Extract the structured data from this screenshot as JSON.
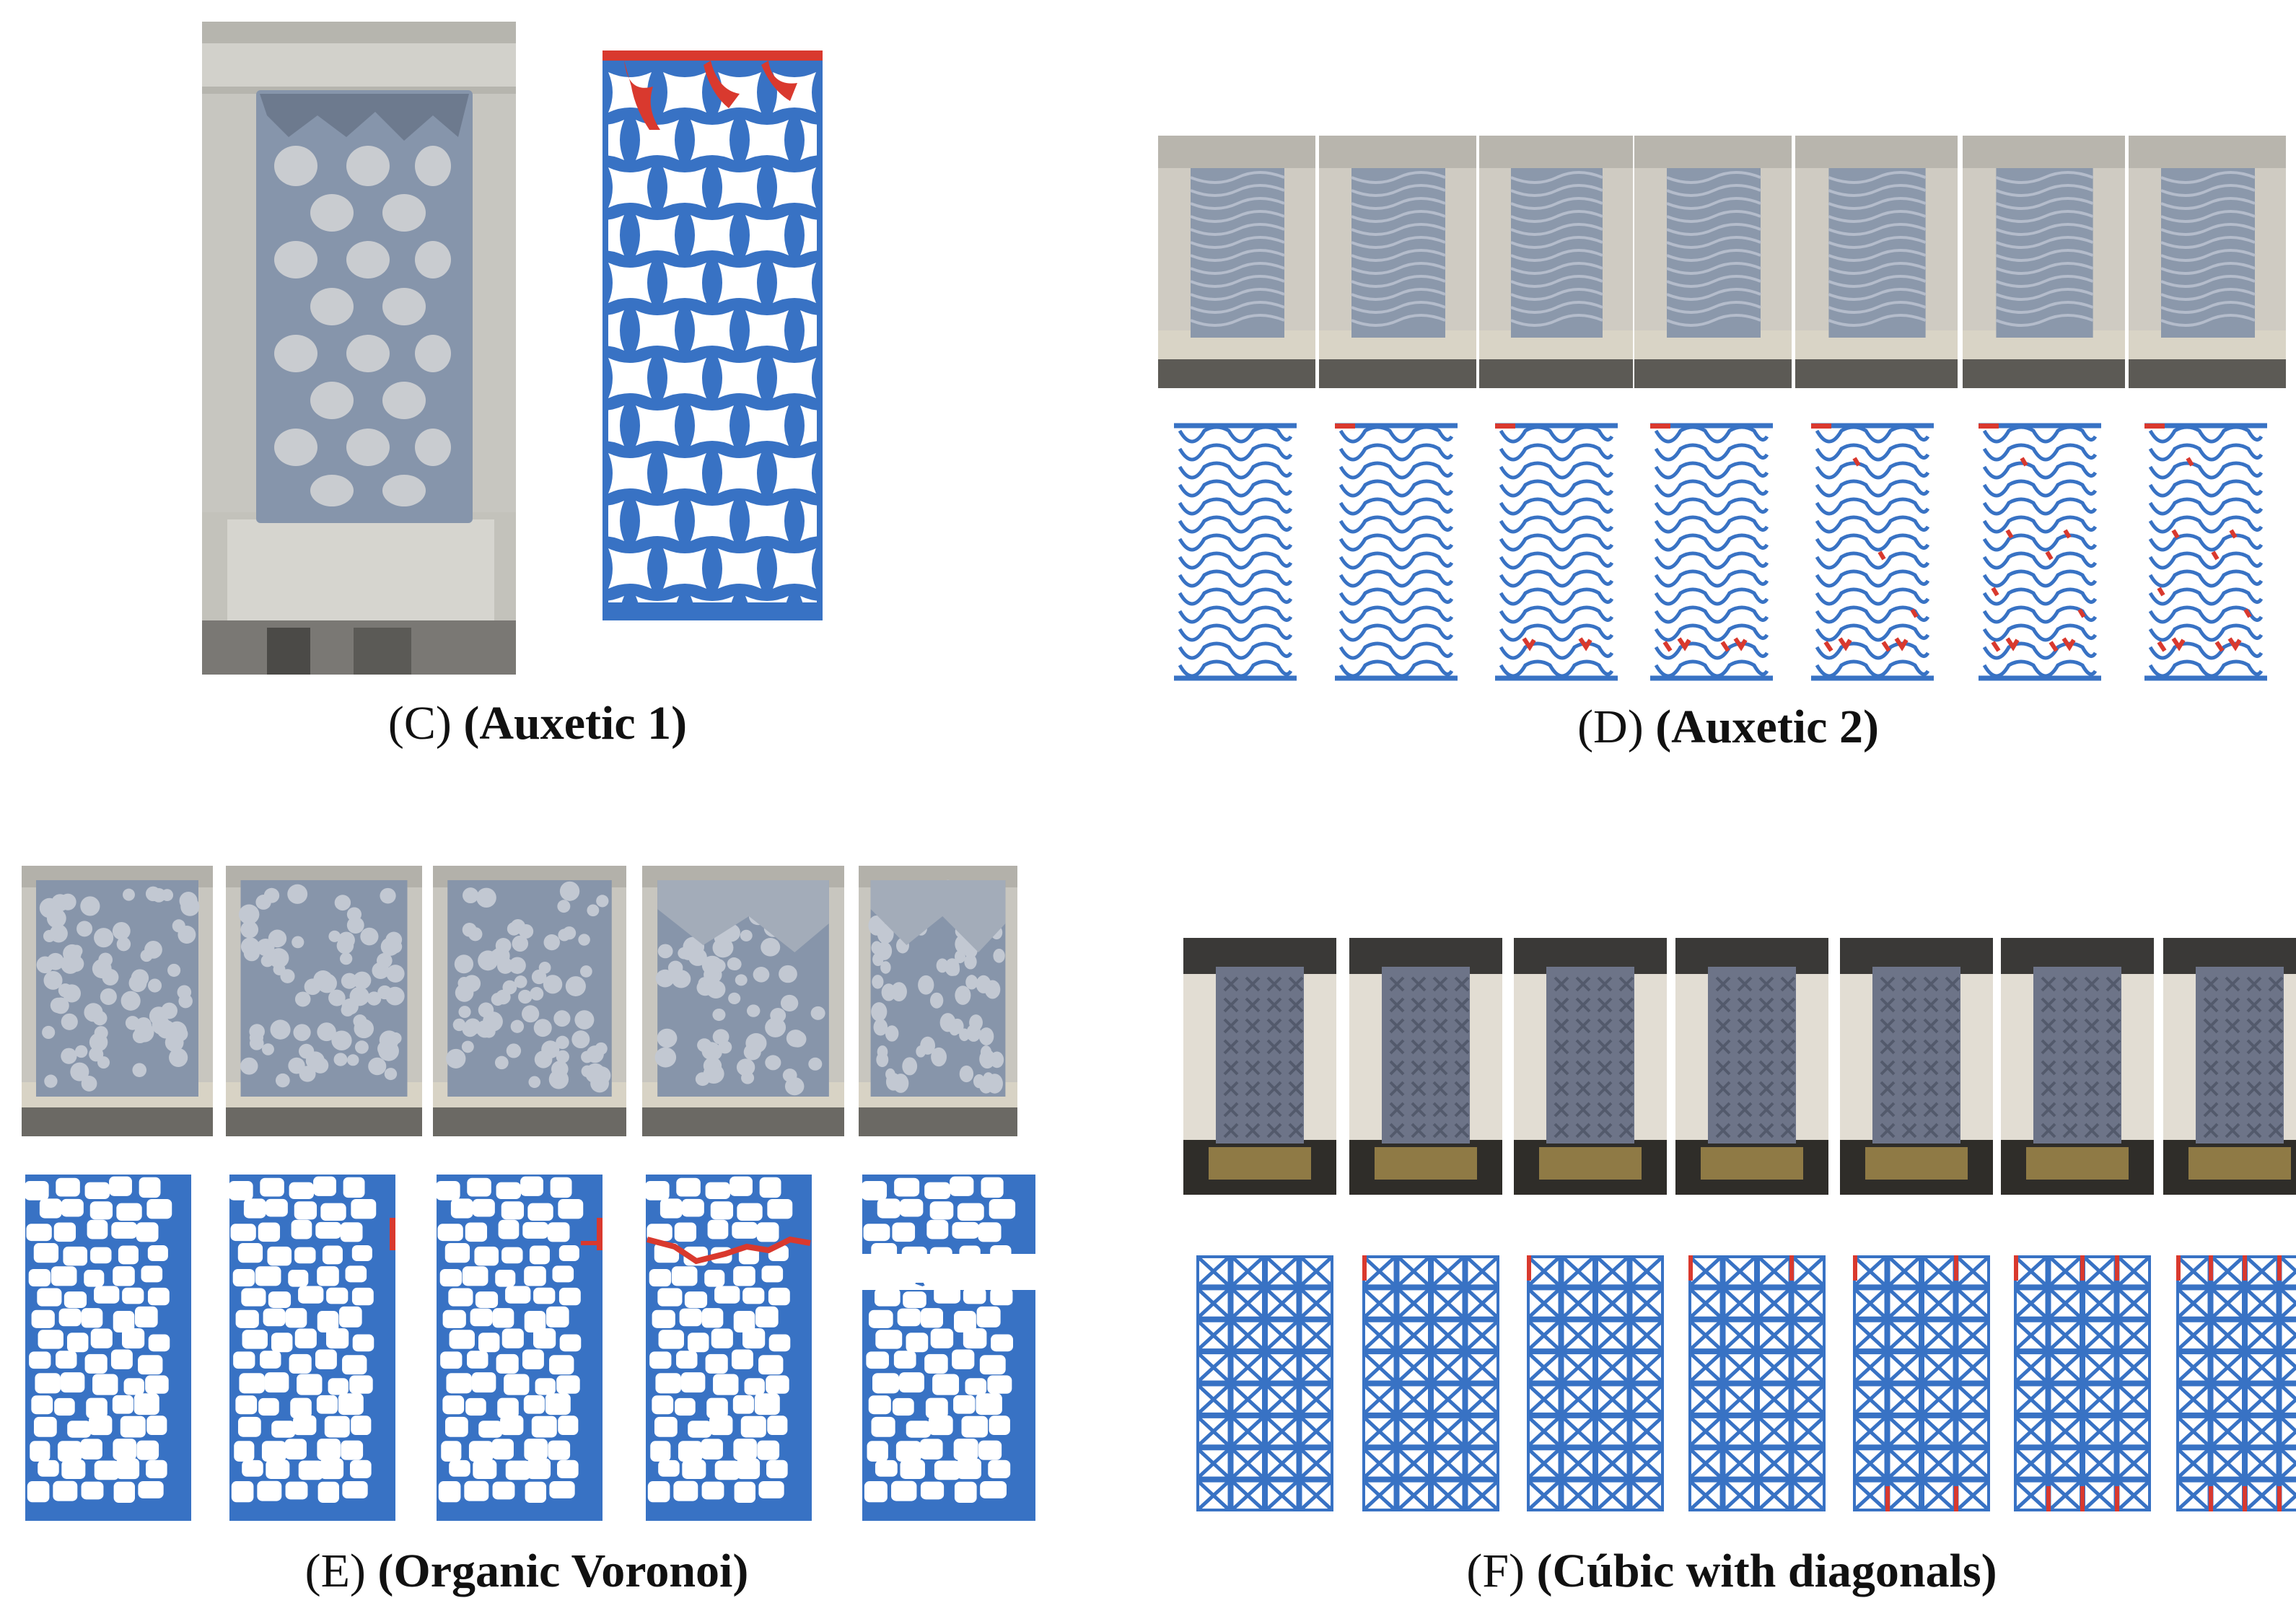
{
  "colors": {
    "lattice_blue": "#3872c4",
    "failure_red": "#d9392e",
    "specimen_grey": "#8a98ad",
    "plate_metal": "#b9b8b2",
    "background": "#ffffff"
  },
  "panels": {
    "C": {
      "letter": "(C)",
      "title": "(Auxetic 1)",
      "frames": 1
    },
    "D": {
      "letter": "(D)",
      "title": "(Auxetic 2)",
      "frames": 7
    },
    "E": {
      "letter": "(E)",
      "title": "(Organic Voronoi)",
      "frames": 5
    },
    "F": {
      "letter": "(F)",
      "title": "(Cúbic with diagonals)",
      "frames": 7
    }
  }
}
